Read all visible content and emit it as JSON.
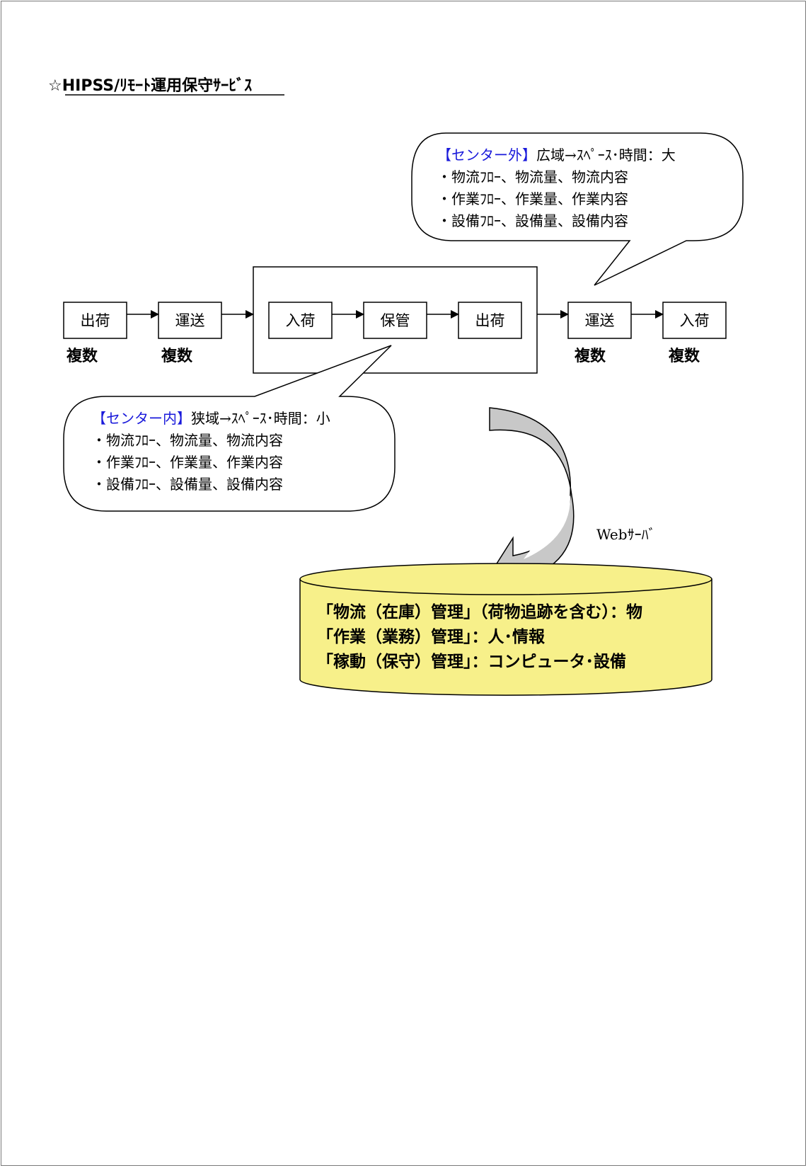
{
  "title": "☆HIPSS/ﾘﾓｰﾄ運用保守ｻｰﾋﾞｽ",
  "flow": {
    "outer_left": [
      {
        "label": "出荷",
        "count": "複数"
      },
      {
        "label": "運送",
        "count": "複数"
      }
    ],
    "center": [
      {
        "label": "入荷"
      },
      {
        "label": "保管"
      },
      {
        "label": "出荷"
      }
    ],
    "outer_right": [
      {
        "label": "運送",
        "count": "複数"
      },
      {
        "label": "入荷",
        "count": "複数"
      }
    ]
  },
  "bubble_outside": {
    "head": "【センター外】",
    "rest": "広域→ｽﾍﾟｰｽ･時間：大",
    "lines": [
      "・物流ﾌﾛｰ、物流量、物流内容",
      "・作業ﾌﾛｰ、作業量、作業内容",
      "・設備ﾌﾛｰ、設備量、設備内容"
    ]
  },
  "bubble_inside": {
    "head": "【センター内】",
    "rest": "狭域→ｽﾍﾟｰｽ･時間：小",
    "lines": [
      "・物流ﾌﾛｰ、物流量、物流内容",
      "・作業ﾌﾛｰ、作業量、作業内容",
      "・設備ﾌﾛｰ、設備量、設備内容"
    ]
  },
  "web_server_label": "Webｻｰﾊﾞ",
  "database": {
    "lines": [
      "「物流（在庫）管理」（荷物追跡を含む）：物",
      "「作業（業務）管理」：人･情報",
      "「稼動（保守）管理」：コンピュータ･設備"
    ]
  },
  "colors": {
    "bubble_head": "#1a1adb",
    "database_fill": "#f7f08a",
    "curved_arrow_fill": "#c8c8c8",
    "border": "#000000"
  }
}
